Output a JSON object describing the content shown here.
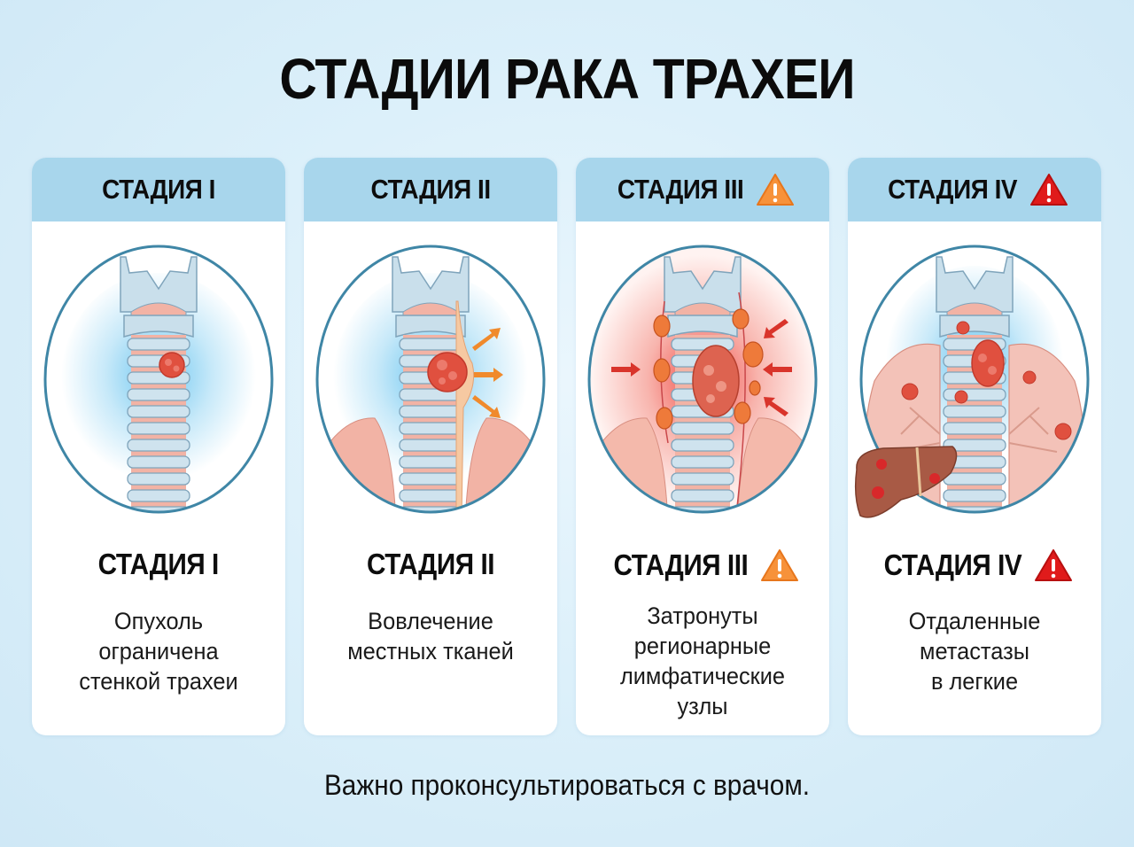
{
  "title": "СТАДИИ РАКА ТРАХЕИ",
  "colors": {
    "background": "#dcf0fa",
    "card_header": "#a8d6ec",
    "card_body": "#ffffff",
    "oval_border": "#3f86a6",
    "cartilage": "#c9dfeb",
    "tissue": "#f2b3a5",
    "tumor": "#e0503f",
    "warning_orange": "#f7923a",
    "warning_red": "#e01b1b",
    "arrow_orange": "#f08a2c",
    "arrow_red": "#d9342b"
  },
  "stages": [
    {
      "header": "СТАДИЯ I",
      "label": "СТАДИЯ I",
      "warning": null,
      "description": [
        "Опухоль",
        "ограничена",
        "стенкой трахеи"
      ],
      "illustration": "trachea-small-tumor"
    },
    {
      "header": "СТАДИЯ II",
      "label": "СТАДИЯ II",
      "warning": null,
      "description": [
        "Вовлечение",
        "местных тканей"
      ],
      "illustration": "trachea-tumor-local-spread"
    },
    {
      "header": "СТАДИЯ III",
      "label": "СТАДИЯ III",
      "warning": "warning-orange-icon",
      "description": [
        "Затронуты",
        "регионарные",
        "лимфатические",
        "узлы"
      ],
      "illustration": "trachea-lymph-nodes"
    },
    {
      "header": "СТАДИЯ IV",
      "label": "СТАДИЯ IV",
      "warning": "warning-red-icon",
      "description": [
        "Отдаленные",
        "метастазы",
        "в легкие"
      ],
      "illustration": "trachea-lung-liver-metastases"
    }
  ],
  "footer": "Важно проконсультироваться с врачом."
}
